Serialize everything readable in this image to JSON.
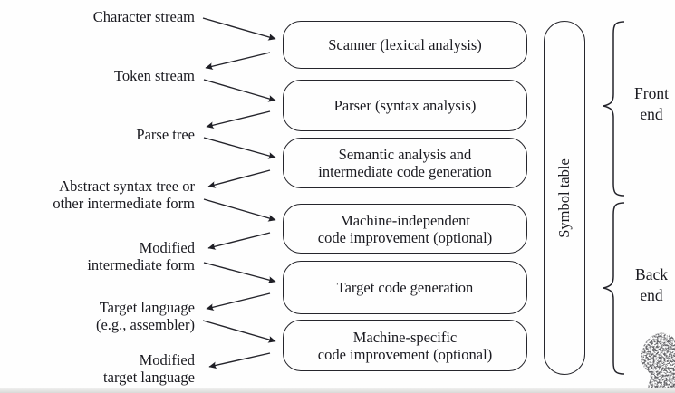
{
  "pipeline": {
    "stages": [
      {
        "label": "Scanner (lexical analysis)"
      },
      {
        "label": "Parser (syntax analysis)"
      },
      {
        "label": "Semantic analysis and\nintermediate code generation"
      },
      {
        "label": "Machine-independent\ncode improvement (optional)"
      },
      {
        "label": "Target code generation"
      },
      {
        "label": "Machine-specific\ncode improvement (optional)"
      }
    ],
    "artifacts": [
      {
        "label": "Character stream"
      },
      {
        "label": "Token stream"
      },
      {
        "label": "Parse tree"
      },
      {
        "label": "Abstract syntax tree or\nother intermediate form"
      },
      {
        "label": "Modified\nintermediate form"
      },
      {
        "label": "Target language\n(e.g., assembler)"
      },
      {
        "label": "Modified\ntarget language"
      }
    ],
    "symbol_table": {
      "label": "Symbol table"
    },
    "groups": [
      {
        "label": "Front\nend"
      },
      {
        "label": "Back\nend"
      }
    ],
    "colors": {
      "ink": "#1a1a20",
      "box_border": "#26262c",
      "background": "#fefefe"
    }
  }
}
